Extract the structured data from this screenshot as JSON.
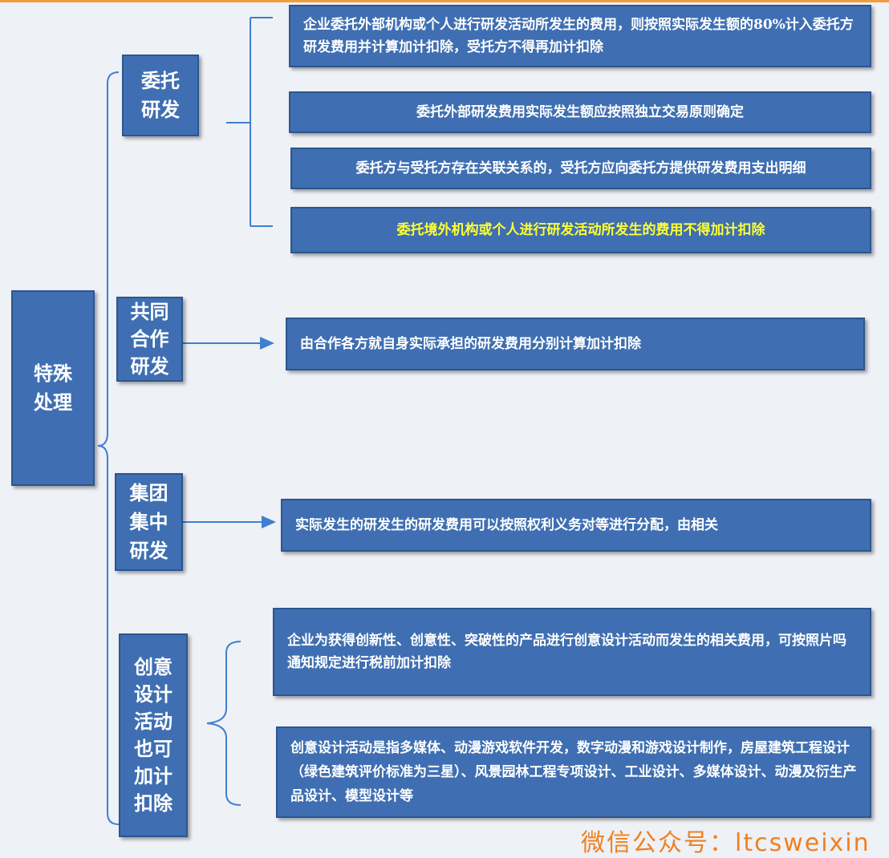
{
  "root": {
    "label": "特殊处理"
  },
  "categories": [
    {
      "label": "委托研发"
    },
    {
      "label": "共同合作研发"
    },
    {
      "label": "集团集中研发"
    },
    {
      "label": "创意设计活动也可加计扣除"
    }
  ],
  "details": {
    "entrust_1": "企业委托外部机构或个人进行研发活动所发生的费用，则按照实际发生额的80%计入委托方研发费用并计算加计扣除，受托方不得再加计扣除",
    "entrust_2": "委托外部研发费用实际发生额应按照独立交易原则确定",
    "entrust_3": "委托方与受托方存在关联关系的，受托方应向委托方提供研发费用支出明细",
    "entrust_4": "委托境外机构或个人进行研发活动所发生的费用不得加计扣除",
    "joint_1": "由合作各方就自身实际承担的研发费用分别计算加计扣除",
    "group_1": "实际发生的研发生的研发费用可以按照权利义务对等进行分配，由相关",
    "creative_1": "企业为获得创新性、创意性、突破性的产品进行创意设计活动而发生的相关费用，可按照片吗通知规定进行税前加计扣除",
    "creative_2": "创意设计活动是指多媒体、动漫游戏软件开发，数字动漫和游戏设计制作，房屋建筑工程设计（绿色建筑评价标准为三星）、风景园林工程专项设计、工业设计、多媒体设计、动漫及衍生产品设计、模型设计等"
  },
  "colors": {
    "box_fill": "#3f6fb2",
    "box_text": "#ffffff",
    "highlight_text": "#ffff33",
    "line": "#3f7fd0",
    "watermark": "#f08020"
  },
  "watermark": "微信公众号：ltcsweixin"
}
